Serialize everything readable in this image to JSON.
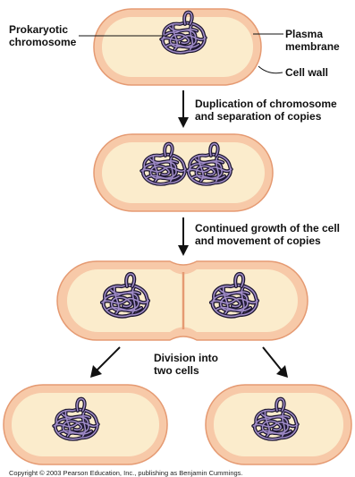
{
  "labels": {
    "prokaryotic_chromosome": [
      "Prokaryotic",
      "chromosome"
    ],
    "plasma_membrane": [
      "Plasma",
      "membrane"
    ],
    "cell_wall": "Cell wall"
  },
  "steps": {
    "duplication": [
      "Duplication of chromosome",
      "and separation of copies"
    ],
    "growth": [
      "Continued growth of the cell",
      "and movement of copies"
    ],
    "division": [
      "Division into",
      "two cells"
    ]
  },
  "copyright": "Copyright © 2003 Pearson Education, Inc., publishing as Benjamin Cummings.",
  "colors": {
    "cell_wall": "#f7c9a8",
    "cytoplasm": "#fbeccc",
    "chromosome_outline": "#1c1630",
    "chromosome_fill": "#a08cc8"
  }
}
